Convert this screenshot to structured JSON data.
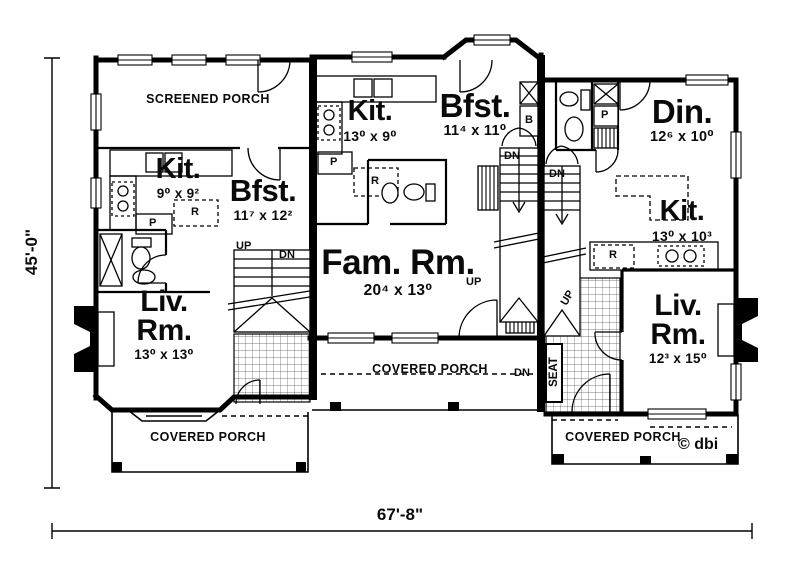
{
  "drawing": {
    "overall_width": "67'-8\"",
    "overall_depth": "45'-0\"",
    "copyright": "© dbi"
  },
  "rooms": {
    "screened_porch": {
      "name": "SCREENED PORCH"
    },
    "kit_left": {
      "name": "Kit.",
      "dims": "9⁰ x 9²"
    },
    "bfst_left": {
      "name": "Bfst.",
      "dims": "11⁷ x 12²"
    },
    "liv_left": {
      "name": "Liv. Rm.",
      "dims": "13⁰ x 13⁰"
    },
    "kit_mid": {
      "name": "Kit.",
      "dims": "13⁰ x 9⁰"
    },
    "bfst_mid": {
      "name": "Bfst.",
      "dims": "11⁴ x 11⁰"
    },
    "fam_rm": {
      "name": "Fam. Rm.",
      "dims": "20⁴ x 13⁰"
    },
    "din": {
      "name": "Din.",
      "dims": "12⁶ x 10⁰"
    },
    "kit_right": {
      "name": "Kit.",
      "dims": "13⁰ x 10³"
    },
    "liv_right": {
      "name": "Liv. Rm.",
      "dims": "12³ x 15⁰"
    },
    "porch_left": {
      "name": "COVERED PORCH"
    },
    "porch_center": {
      "name": "COVERED PORCH"
    },
    "porch_right": {
      "name": "COVERED PORCH"
    }
  },
  "labels": {
    "up": "UP",
    "dn": "DN",
    "seat": "SEAT",
    "pantry": "P",
    "refrigerator": "R",
    "broom_closet": "B"
  }
}
